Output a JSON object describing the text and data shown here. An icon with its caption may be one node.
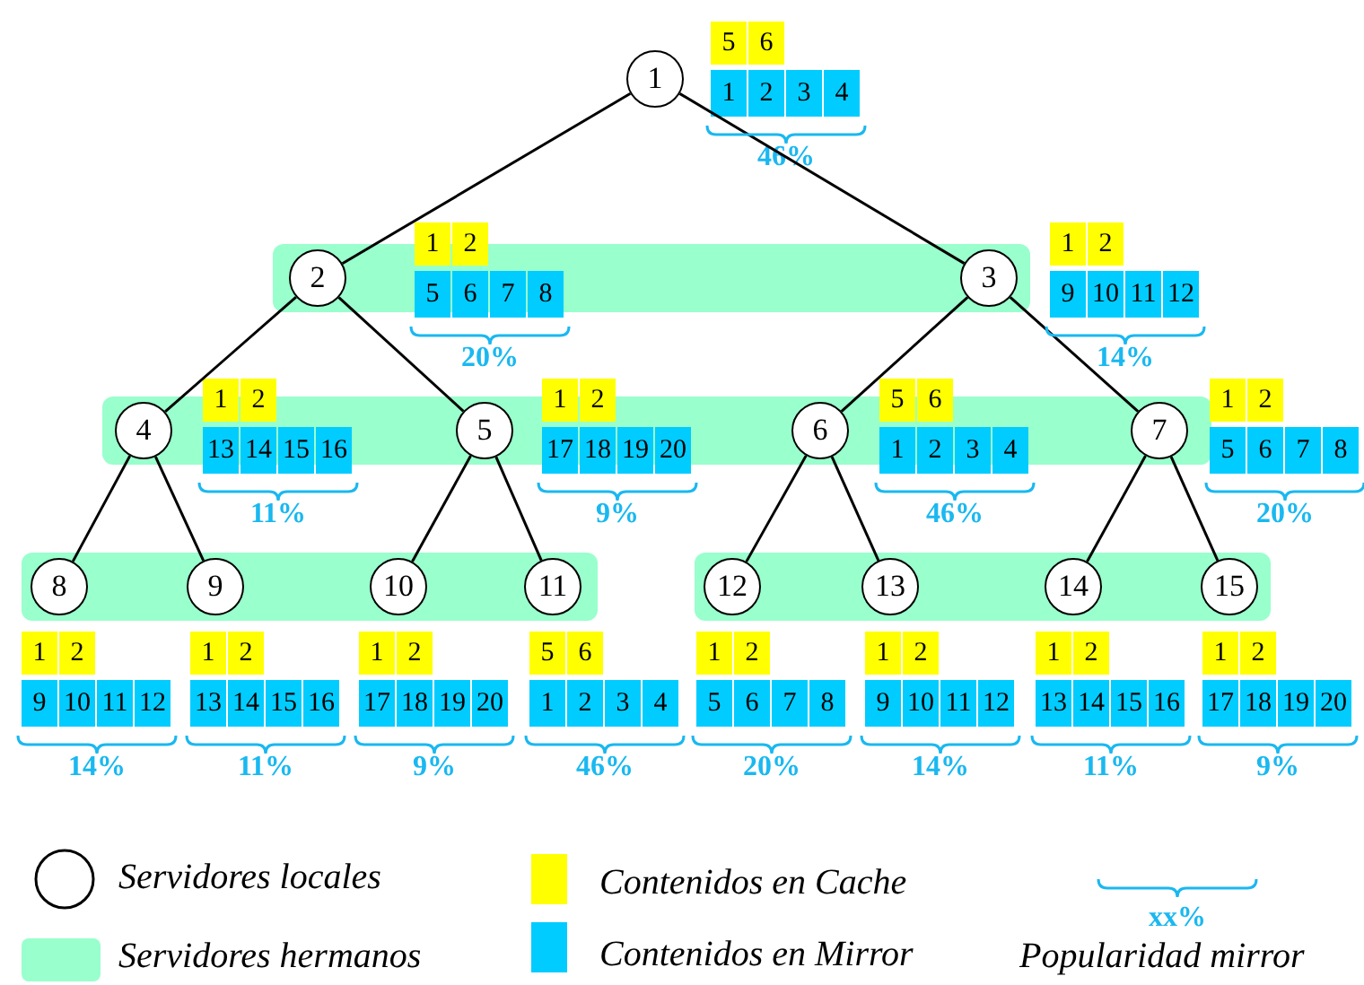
{
  "diagram": {
    "nodes": [
      {
        "text": [
          "1"
        ]
      },
      {
        "text": [
          "2"
        ],
        "in": 15
      },
      {
        "text": [
          "3"
        ],
        "in": 15
      },
      {
        "text": [
          "4"
        ],
        "in": 16
      },
      {
        "text": [
          "5"
        ],
        "in": 16
      },
      {
        "text": [
          "6"
        ],
        "in": 16
      },
      {
        "text": [
          "7"
        ],
        "in": 16
      },
      {
        "text": [
          "8"
        ],
        "in": 17
      },
      {
        "text": [
          "9"
        ],
        "in": 17
      },
      {
        "text": [
          "10"
        ],
        "in": 17
      },
      {
        "text": [
          "11"
        ],
        "in": 17
      },
      {
        "text": [
          "12"
        ],
        "in": 18
      },
      {
        "text": [
          "13"
        ],
        "in": 18
      },
      {
        "text": [
          "14"
        ],
        "in": 18
      },
      {
        "text": [
          "15"
        ],
        "in": 18
      },
      {
        "text": [],
        "shape": "bar"
      },
      {
        "text": [],
        "shape": "bar"
      },
      {
        "text": [],
        "shape": "bar"
      },
      {
        "text": [],
        "shape": "bar"
      },
      {
        "text": [
          "5"
        ]
      },
      {
        "text": [
          "6"
        ]
      },
      {
        "text": [
          "1"
        ]
      },
      {
        "text": [
          "2"
        ]
      },
      {
        "text": [
          "3"
        ]
      },
      {
        "text": [
          "4"
        ]
      },
      {
        "text": [
          "1"
        ]
      },
      {
        "text": [
          "2"
        ]
      },
      {
        "text": [
          "5"
        ]
      },
      {
        "text": [
          "6"
        ]
      },
      {
        "text": [
          "7"
        ]
      },
      {
        "text": [
          "8"
        ]
      },
      {
        "text": [
          "1"
        ]
      },
      {
        "text": [
          "2"
        ]
      },
      {
        "text": [
          "9"
        ]
      },
      {
        "text": [
          "10"
        ]
      },
      {
        "text": [
          "11"
        ]
      },
      {
        "text": [
          "12"
        ]
      },
      {
        "text": [
          "1"
        ]
      },
      {
        "text": [
          "2"
        ]
      },
      {
        "text": [
          "13"
        ]
      },
      {
        "text": [
          "14"
        ]
      },
      {
        "text": [
          "15"
        ]
      },
      {
        "text": [
          "16"
        ]
      },
      {
        "text": [
          "1"
        ]
      },
      {
        "text": [
          "2"
        ]
      },
      {
        "text": [
          "17"
        ]
      },
      {
        "text": [
          "18"
        ]
      },
      {
        "text": [
          "19"
        ]
      },
      {
        "text": [
          "20"
        ]
      },
      {
        "text": [
          "5"
        ]
      },
      {
        "text": [
          "6"
        ]
      },
      {
        "text": [
          "1"
        ]
      },
      {
        "text": [
          "2"
        ]
      },
      {
        "text": [
          "3"
        ]
      },
      {
        "text": [
          "4"
        ]
      },
      {
        "text": [
          "1"
        ]
      },
      {
        "text": [
          "2"
        ]
      },
      {
        "text": [
          "5"
        ]
      },
      {
        "text": [
          "6"
        ]
      },
      {
        "text": [
          "7"
        ]
      },
      {
        "text": [
          "8"
        ]
      },
      {
        "text": [
          "1"
        ]
      },
      {
        "text": [
          "2"
        ]
      },
      {
        "text": [
          "9"
        ]
      },
      {
        "text": [
          "10"
        ]
      },
      {
        "text": [
          "11"
        ]
      },
      {
        "text": [
          "12"
        ]
      },
      {
        "text": [
          "1"
        ]
      },
      {
        "text": [
          "2"
        ]
      },
      {
        "text": [
          "13"
        ]
      },
      {
        "text": [
          "14"
        ]
      },
      {
        "text": [
          "15"
        ]
      },
      {
        "text": [
          "16"
        ]
      },
      {
        "text": [
          "1"
        ]
      },
      {
        "text": [
          "2"
        ]
      },
      {
        "text": [
          "17"
        ]
      },
      {
        "text": [
          "18"
        ]
      },
      {
        "text": [
          "19"
        ]
      },
      {
        "text": [
          "20"
        ]
      },
      {
        "text": [
          "5"
        ]
      },
      {
        "text": [
          "6"
        ]
      },
      {
        "text": [
          "1"
        ]
      },
      {
        "text": [
          "2"
        ]
      },
      {
        "text": [
          "3"
        ]
      },
      {
        "text": [
          "4"
        ]
      },
      {
        "text": [
          "1"
        ]
      },
      {
        "text": [
          "2"
        ]
      },
      {
        "text": [
          "5"
        ]
      },
      {
        "text": [
          "6"
        ]
      },
      {
        "text": [
          "7"
        ]
      },
      {
        "text": [
          "8"
        ]
      },
      {
        "text": [
          "1"
        ]
      },
      {
        "text": [
          "2"
        ]
      },
      {
        "text": [
          "9"
        ]
      },
      {
        "text": [
          "10"
        ]
      },
      {
        "text": [
          "11"
        ]
      },
      {
        "text": [
          "12"
        ]
      },
      {
        "text": [
          "1"
        ]
      },
      {
        "text": [
          "2"
        ]
      },
      {
        "text": [
          "13"
        ]
      },
      {
        "text": [
          "14"
        ]
      },
      {
        "text": [
          "15"
        ]
      },
      {
        "text": [
          "16"
        ]
      },
      {
        "text": [
          "1"
        ]
      },
      {
        "text": [
          "2"
        ]
      },
      {
        "text": [
          "17"
        ]
      },
      {
        "text": [
          "18"
        ]
      },
      {
        "text": [
          "19"
        ]
      },
      {
        "text": [
          "20"
        ]
      }
    ],
    "edges": [
      {
        "from": 0,
        "to": 1,
        "arrow": "none"
      },
      {
        "from": 0,
        "to": 2,
        "arrow": "none"
      },
      {
        "from": 1,
        "to": 3,
        "arrow": "none"
      },
      {
        "from": 1,
        "to": 4,
        "arrow": "none"
      },
      {
        "from": 2,
        "to": 5,
        "arrow": "none"
      },
      {
        "from": 2,
        "to": 6,
        "arrow": "none"
      },
      {
        "from": 3,
        "to": 7,
        "arrow": "none"
      },
      {
        "from": 3,
        "to": 8,
        "arrow": "none"
      },
      {
        "from": 4,
        "to": 9,
        "arrow": "none"
      },
      {
        "from": 4,
        "to": 10,
        "arrow": "none"
      },
      {
        "from": 5,
        "to": 11,
        "arrow": "none"
      },
      {
        "from": 5,
        "to": 12,
        "arrow": "none"
      },
      {
        "from": 6,
        "to": 13,
        "arrow": "none"
      },
      {
        "from": 6,
        "to": 14,
        "arrow": "none"
      }
    ],
    "labels": [
      "46%",
      "20%",
      "14%",
      "11%",
      "9%",
      "46%",
      "20%",
      "14%",
      "11%",
      "9%",
      "46%",
      "20%",
      "14%",
      "11%",
      "9%",
      "xx%"
    ],
    "legend": [
      {
        "text": "Servidores locales"
      },
      {
        "text": "Servidores hermanos",
        "color": "#99ffcc"
      },
      {
        "text": "Contenidos en Cache",
        "color": "#ffff00"
      },
      {
        "text": "Contenidos en Mirror",
        "color": "#00ccff"
      },
      {
        "text": "Popularidad mirror"
      }
    ]
  }
}
